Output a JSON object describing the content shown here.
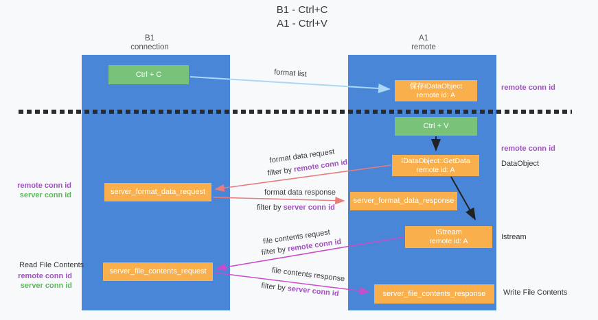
{
  "title": {
    "line1": "B1 - Ctrl+C",
    "line2": "A1 - Ctrl+V"
  },
  "lanes": {
    "left": {
      "title": "B1",
      "subtitle": "connection"
    },
    "right": {
      "title": "A1",
      "subtitle": "remote"
    }
  },
  "nodes": {
    "ctrl_c": {
      "label": "Ctrl + C"
    },
    "save_idataobject": {
      "line1": "保存IDataObject",
      "line2": "remote id: A"
    },
    "ctrl_v": {
      "label": "Ctrl + V"
    },
    "getdata": {
      "line1": "IDataObject::GetData",
      "line2": "remote id: A"
    },
    "server_format_data_request": {
      "label": "server_format_data_request"
    },
    "server_format_data_response": {
      "label": "server_format_data_response"
    },
    "istream": {
      "line1": "IStream",
      "line2": "remote id: A"
    },
    "server_file_contents_request": {
      "label": "server_file_contents_request"
    },
    "server_file_contents_response": {
      "label": "server_file_contents_response"
    }
  },
  "flow_labels": {
    "format_list": "format list",
    "format_data_request": "format data request",
    "format_data_response": "format data response",
    "file_contents_request": "file contents request",
    "file_contents_response": "file contents response",
    "filter_by": "filter by ",
    "remote_conn_id": "remote conn id",
    "server_conn_id": "server conn id"
  },
  "annotations": {
    "right_remote_conn_id_top": "remote conn id",
    "right_remote_conn_id_mid": "remote conn id",
    "dataobject": "DataObject",
    "istream": "Istream",
    "write_file_contents": "Write File Contents",
    "read_file_contents": "Read File Contents",
    "left_remote_conn_id_top": "remote conn id",
    "left_server_conn_id_top": "server conn id",
    "left_remote_conn_id_bottom": "remote conn id",
    "left_server_conn_id_bottom": "server conn id"
  },
  "colors": {
    "lane_blue": "#4a86d8",
    "node_green": "#79c279",
    "node_orange": "#f9b04c",
    "arrow_light_blue": "#a9d7f5",
    "arrow_red": "#e87b7b",
    "arrow_magenta": "#cb4bcb",
    "arrow_black": "#222222",
    "text_purple": "#a153c1",
    "text_green": "#5cb85c",
    "background": "#f8f9fa"
  }
}
